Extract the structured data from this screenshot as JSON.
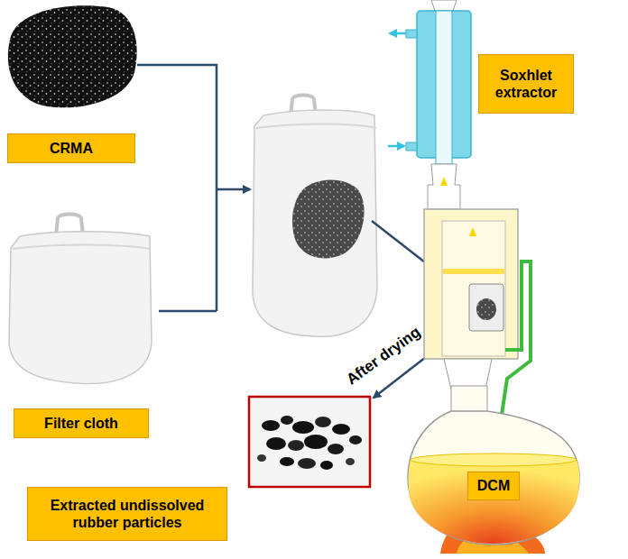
{
  "diagram": {
    "nodes": [
      {
        "text": [
          "CRMA"
        ]
      },
      {
        "text": [
          "Soxhlet extractor"
        ]
      },
      {
        "text": [
          "Filter cloth"
        ]
      },
      {
        "text": [
          "Extracted undissolved rubber particles"
        ]
      },
      {
        "text": [
          "DCM"
        ]
      }
    ],
    "labels": [
      "After drying"
    ]
  }
}
